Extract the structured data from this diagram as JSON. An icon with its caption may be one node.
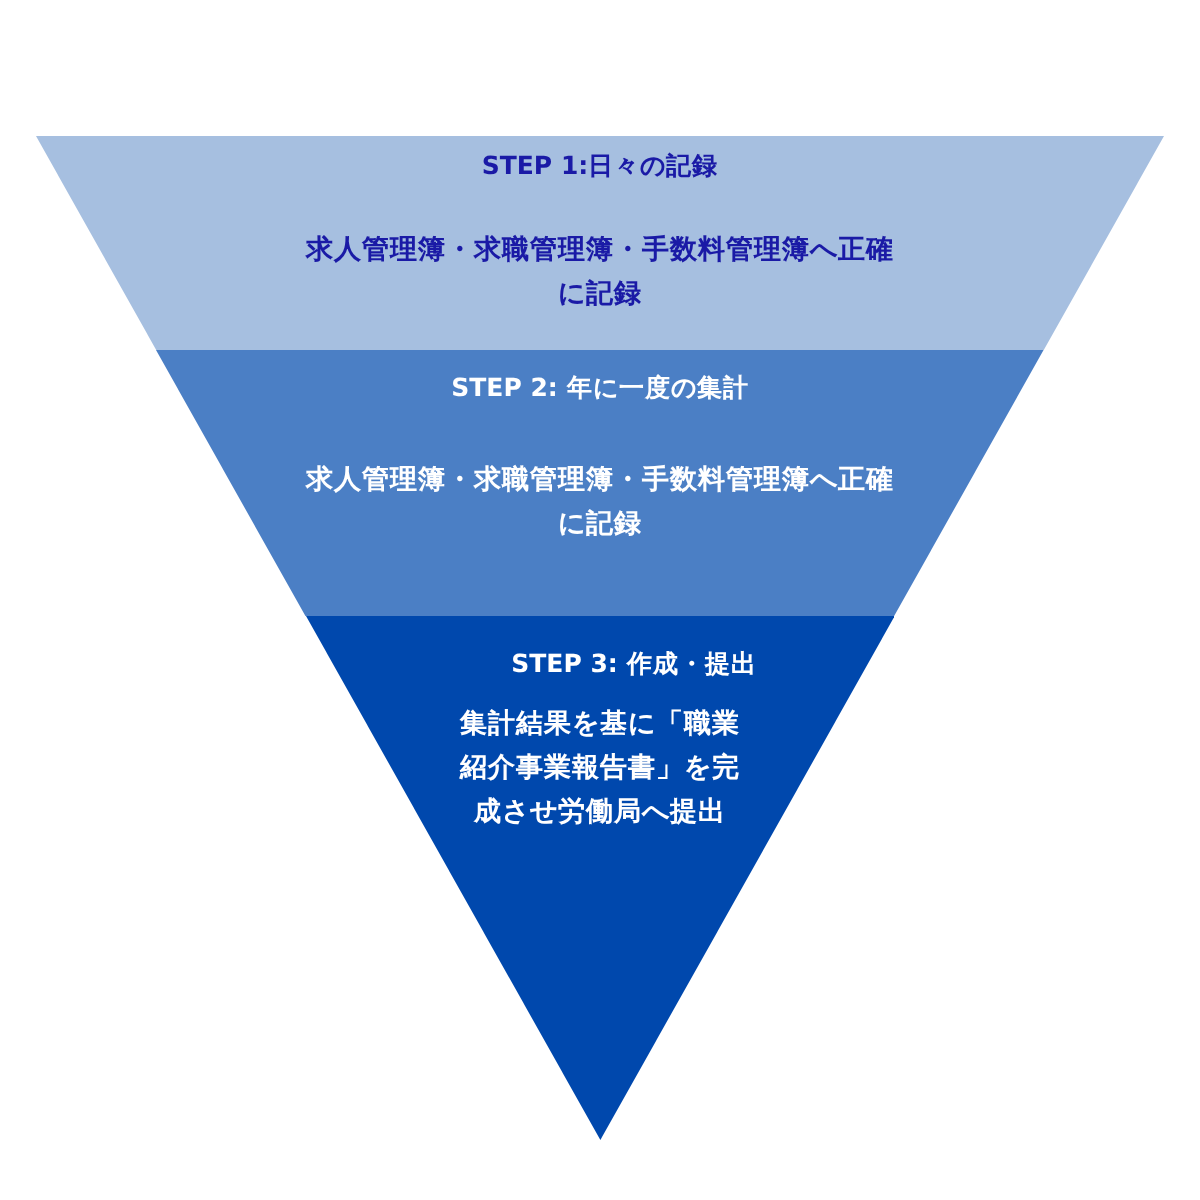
{
  "diagram": {
    "nodes": [
      {
        "text": [
          "STEP 1:日々の記録",
          "求人管理簿・求職管理簿・手数料管理簿へ正確に記録"
        ]
      },
      {
        "text": [
          "STEP 2: 年に一度の集計",
          "求人管理簿・求職管理簿・手数料管理簿へ正確に記録"
        ]
      },
      {
        "text": [
          "STEP 3: 作成・提出",
          "集計結果を基に「職業紹介事業報告書」を完成させ労働局へ提出"
        ]
      }
    ]
  }
}
